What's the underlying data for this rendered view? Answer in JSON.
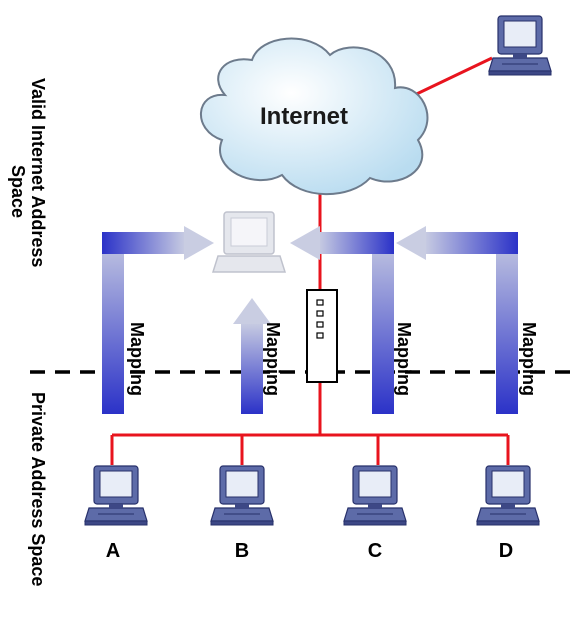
{
  "cloud": {
    "label": "Internet"
  },
  "zones": {
    "public": "Valid Internet Address Space",
    "public_line1": "Valid Internet Address",
    "public_line2": "Space",
    "private": "Private Address Space"
  },
  "mapping_label": "Mapping",
  "hosts": [
    {
      "label": "A"
    },
    {
      "label": "B"
    },
    {
      "label": "C"
    },
    {
      "label": "D"
    }
  ],
  "colors": {
    "link": "#e8141e",
    "mapping_arrow": "#2b32c8",
    "arrow_fade": "#c8cde0",
    "cloud_fill": "#cfe7f5",
    "computer": "#5c6aa8"
  }
}
